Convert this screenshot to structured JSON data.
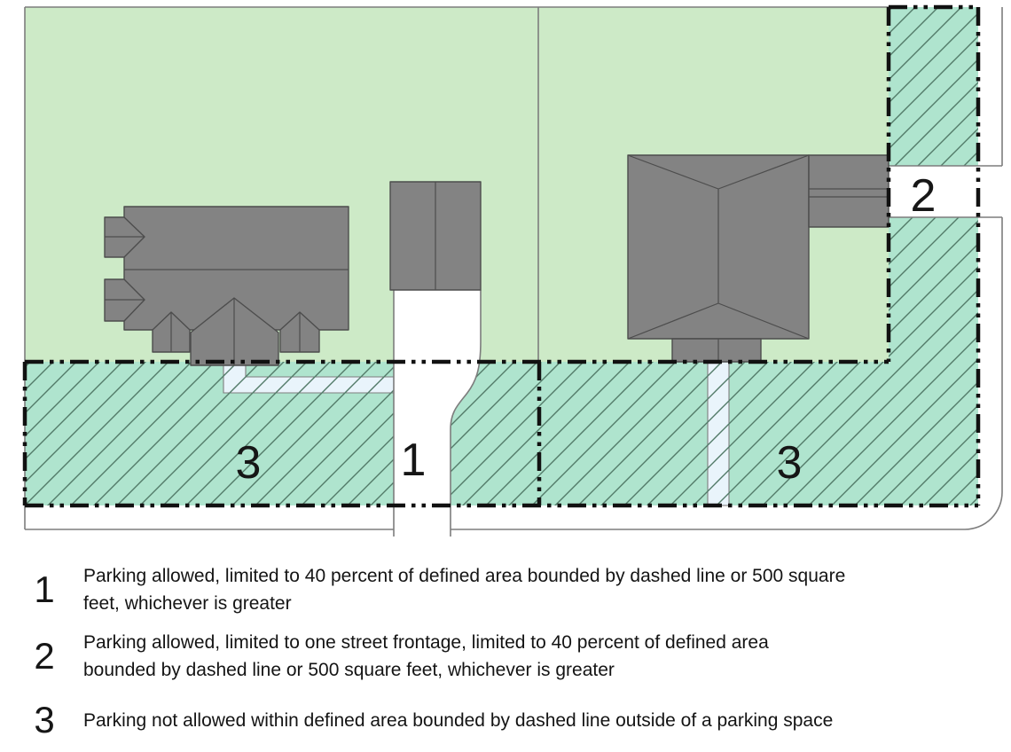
{
  "diagram": {
    "area_labels": {
      "driveway_left": "1",
      "driveway_right": "2",
      "restricted_left": "3",
      "restricted_right": "3"
    },
    "colors": {
      "lot_green": "#cdeac7",
      "hatch_fill": "#afe4ce",
      "hatch_line": "#527a68",
      "walkway_blue": "#e9f4fb",
      "house_gray": "#838383",
      "house_stroke": "#4d4d4d",
      "boundary_black": "#111111",
      "parcel_line": "#7d7d7d"
    }
  },
  "legend": {
    "items": [
      {
        "number": "1",
        "lines": [
          "Parking allowed, limited to 40 percent of defined area bounded by dashed line or 500 square",
          "feet, whichever is greater"
        ]
      },
      {
        "number": "2",
        "lines": [
          "Parking allowed, limited to one street frontage, limited to 40 percent of defined area",
          "bounded by dashed line or 500 square feet, whichever is greater"
        ]
      },
      {
        "number": "3",
        "lines": [
          "Parking not allowed within defined area bounded by dashed line outside of a parking space"
        ]
      }
    ]
  }
}
